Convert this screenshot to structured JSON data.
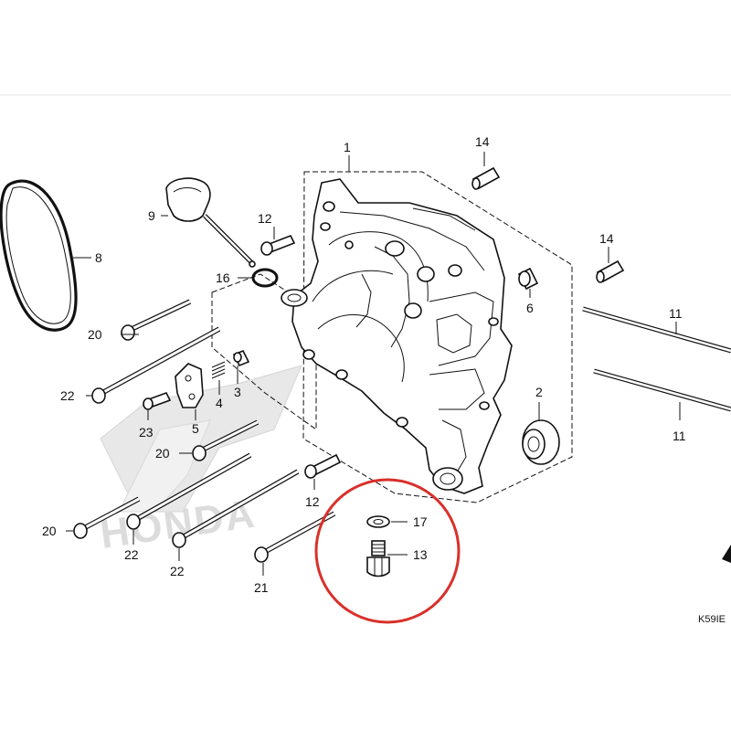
{
  "diagram": {
    "callouts": [
      {
        "id": "c1",
        "label": "1"
      },
      {
        "id": "c2",
        "label": "2"
      },
      {
        "id": "c3",
        "label": "3"
      },
      {
        "id": "c4",
        "label": "4"
      },
      {
        "id": "c5",
        "label": "5"
      },
      {
        "id": "c6",
        "label": "6"
      },
      {
        "id": "c8",
        "label": "8"
      },
      {
        "id": "c9",
        "label": "9"
      },
      {
        "id": "c11a",
        "label": "11"
      },
      {
        "id": "c11b",
        "label": "11"
      },
      {
        "id": "c12a",
        "label": "12"
      },
      {
        "id": "c12b",
        "label": "12"
      },
      {
        "id": "c13",
        "label": "13"
      },
      {
        "id": "c14a",
        "label": "14"
      },
      {
        "id": "c14b",
        "label": "14"
      },
      {
        "id": "c16",
        "label": "16"
      },
      {
        "id": "c17",
        "label": "17"
      },
      {
        "id": "c20a",
        "label": "20"
      },
      {
        "id": "c20b",
        "label": "20"
      },
      {
        "id": "c20c",
        "label": "20"
      },
      {
        "id": "c21",
        "label": "21"
      },
      {
        "id": "c22a",
        "label": "22"
      },
      {
        "id": "c22b",
        "label": "22"
      },
      {
        "id": "c22c",
        "label": "22"
      },
      {
        "id": "c23",
        "label": "23"
      }
    ],
    "diagram_code": "K59IE",
    "watermark_text": "HONDA",
    "highlight_color": "#d9302a",
    "line_color": "#111111"
  }
}
